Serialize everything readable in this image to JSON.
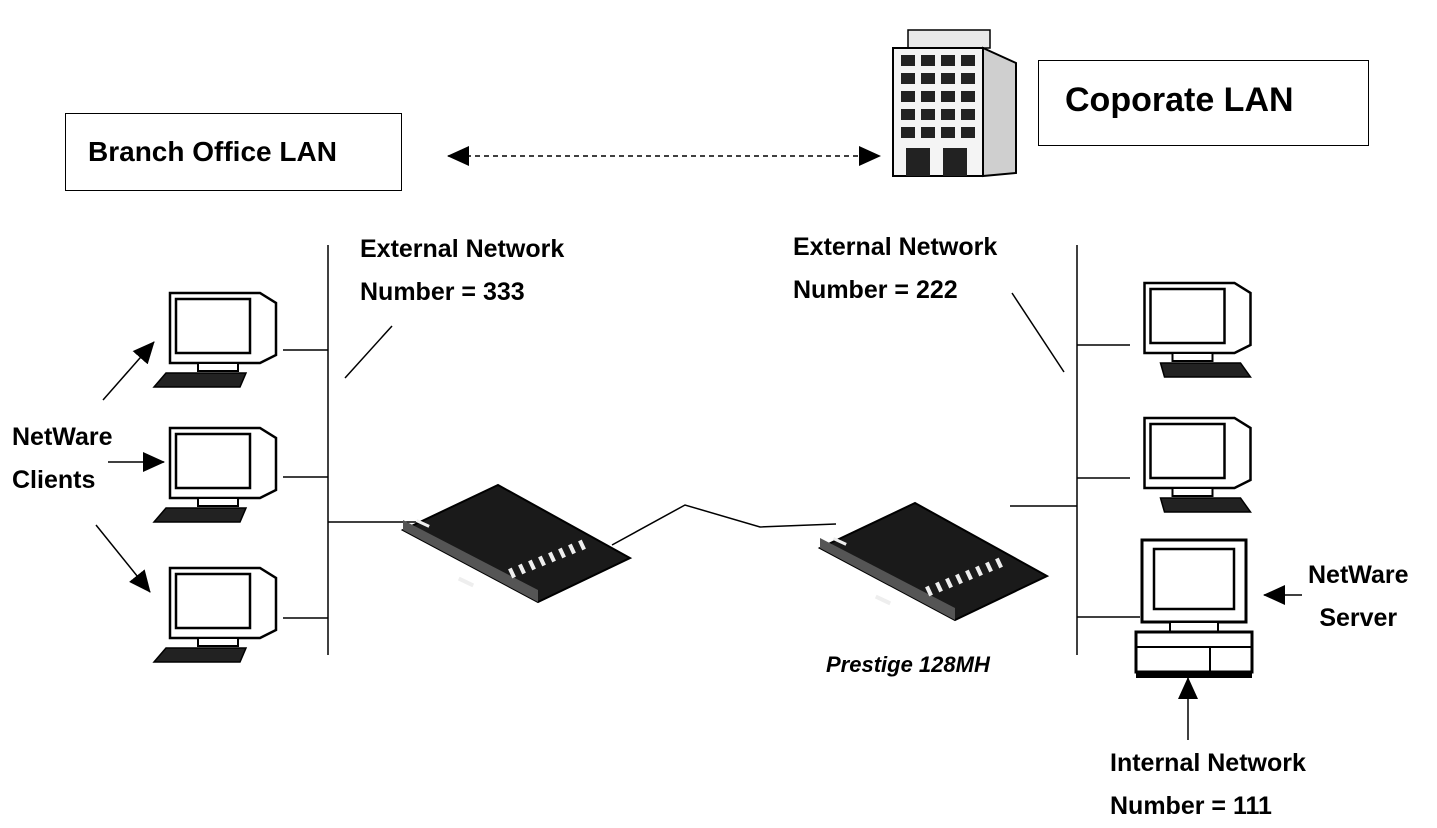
{
  "branch_box": {
    "label": "Branch Office LAN"
  },
  "corporate_box": {
    "label": "Coporate LAN"
  },
  "branch_network": {
    "line1": "External Network",
    "line2": "Number = 333"
  },
  "corporate_network": {
    "line1": "External Network",
    "line2": "Number = 222"
  },
  "clients_label": {
    "line1": "NetWare",
    "line2": "Clients"
  },
  "server_label": {
    "line1": "NetWare",
    "line2": "Server"
  },
  "internal_network": {
    "line1": "Internal Network",
    "line2": "Number = 111"
  },
  "router_caption": "Prestige 128MH"
}
